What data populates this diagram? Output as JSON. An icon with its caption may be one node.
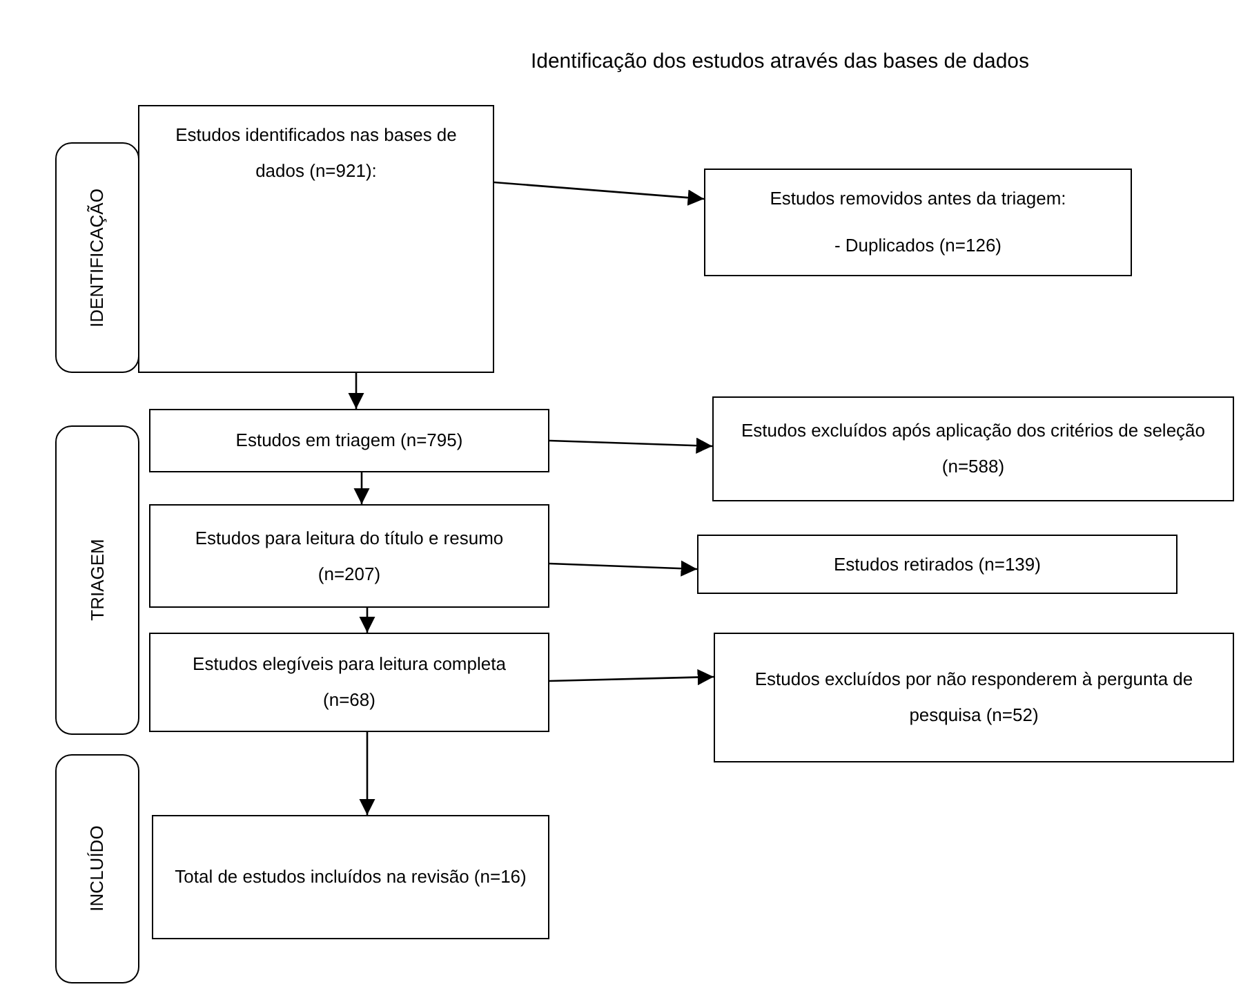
{
  "diagram": {
    "title": "Identificação dos estudos através das bases de dados",
    "nodes": [
      {
        "text": [
          "IDENTIFICAÇÃO"
        ]
      },
      {
        "text": [
          "TRIAGEM"
        ]
      },
      {
        "text": [
          "INCLUÍDO"
        ]
      },
      {
        "text": [
          "Estudos identificados nas bases de dados (n=921):"
        ]
      },
      {
        "text": [
          "Estudos removidos antes da triagem:",
          "- Duplicados (n=126)"
        ]
      },
      {
        "text": [
          "Estudos em triagem (n=795)"
        ]
      },
      {
        "text": [
          "Estudos excluídos após aplicação dos critérios de seleção (n=588)"
        ]
      },
      {
        "text": [
          "Estudos para leitura do título e resumo (n=207)"
        ]
      },
      {
        "text": [
          "Estudos retirados (n=139)"
        ]
      },
      {
        "text": [
          "Estudos elegíveis para leitura completa (n=68)"
        ]
      },
      {
        "text": [
          "Estudos excluídos por não responderem à pergunta de pesquisa (n=52)"
        ]
      },
      {
        "text": [
          "Total de estudos incluídos na revisão (n=16)"
        ]
      }
    ],
    "edges": [
      {
        "from": 3,
        "to": 4,
        "arrow": "to"
      },
      {
        "from": 3,
        "to": 5,
        "arrow": "to"
      },
      {
        "from": 5,
        "to": 6,
        "arrow": "to"
      },
      {
        "from": 5,
        "to": 7,
        "arrow": "to"
      },
      {
        "from": 7,
        "to": 8,
        "arrow": "to"
      },
      {
        "from": 7,
        "to": 9,
        "arrow": "to"
      },
      {
        "from": 9,
        "to": 10,
        "arrow": "to"
      },
      {
        "from": 9,
        "to": 11,
        "arrow": "to"
      }
    ]
  }
}
